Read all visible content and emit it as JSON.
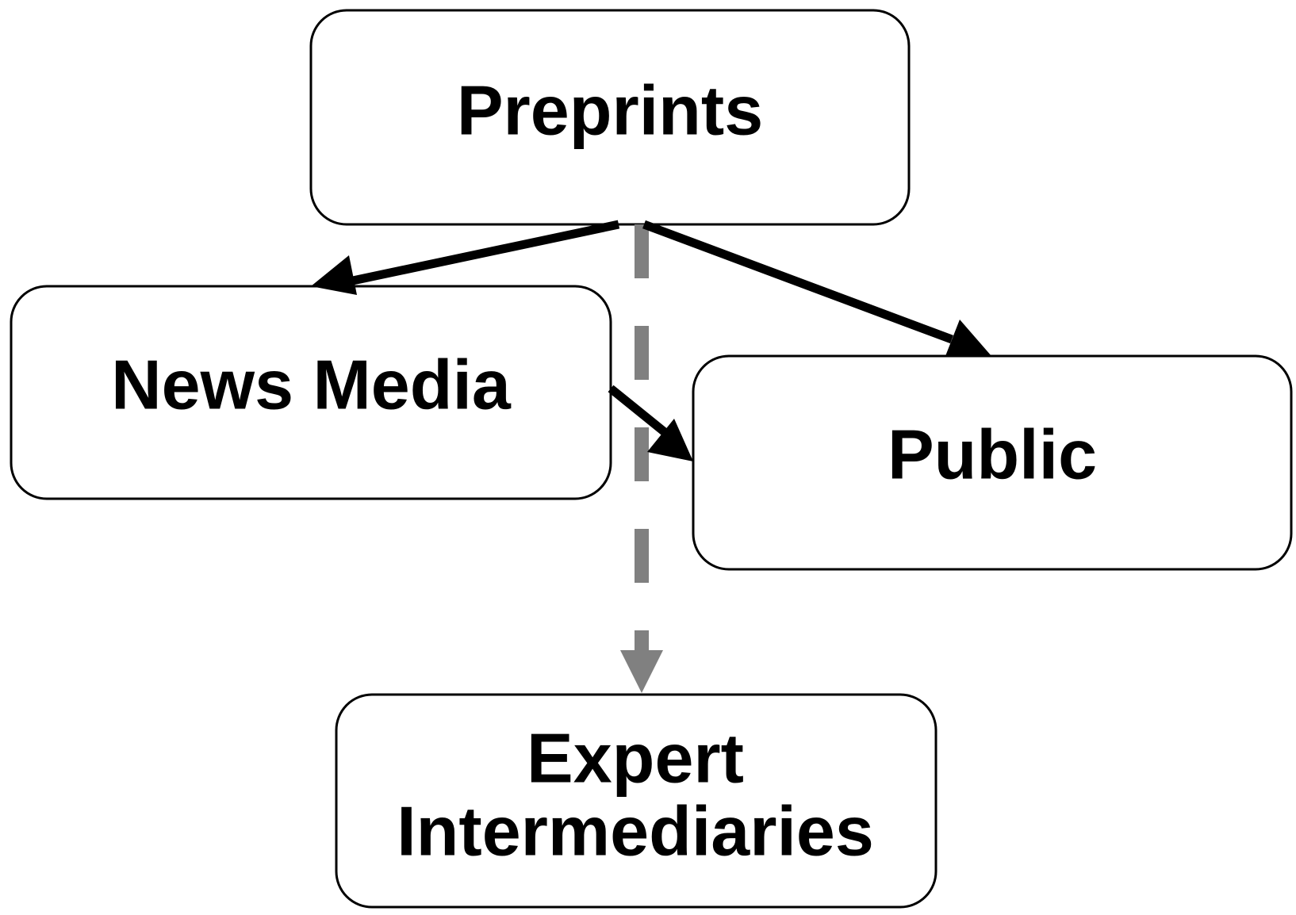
{
  "nodes": {
    "preprints": {
      "label": "Preprints"
    },
    "news_media": {
      "label": "News Media"
    },
    "public": {
      "label": "Public"
    },
    "expert": {
      "line1": "Expert",
      "line2": "Intermediaries"
    }
  },
  "edges": [
    {
      "from": "Preprints",
      "to": "News Media",
      "style": "solid"
    },
    {
      "from": "Preprints",
      "to": "Public",
      "style": "solid"
    },
    {
      "from": "News Media",
      "to": "Public",
      "style": "solid"
    },
    {
      "from": "Preprints",
      "to": "Expert Intermediaries",
      "style": "dashed"
    }
  ],
  "colors": {
    "solid_edge": "#000000",
    "dashed_edge": "#808080",
    "box_border": "#000000"
  }
}
